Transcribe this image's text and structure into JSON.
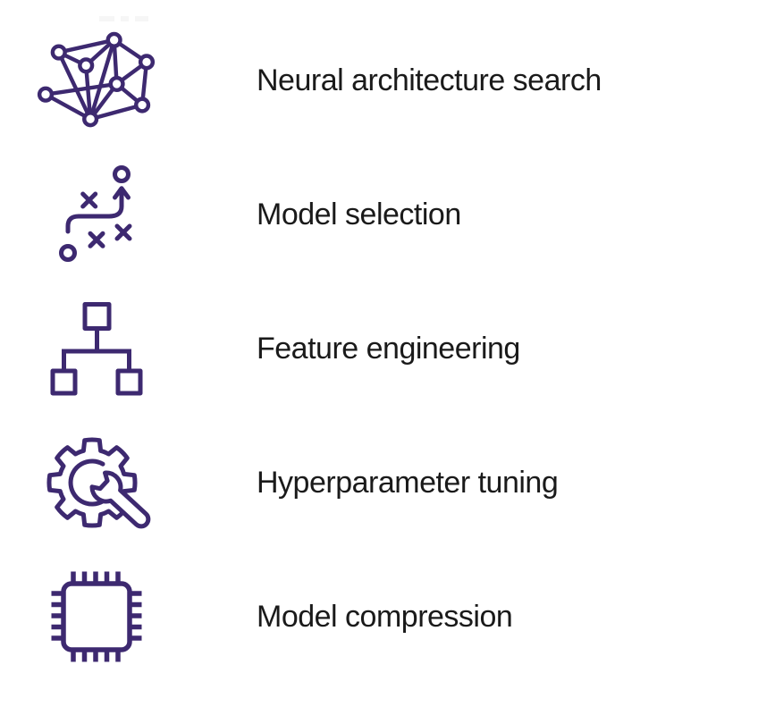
{
  "page": {
    "background": "#ffffff",
    "accent_color": "#3d2970",
    "text_color": "#1a1a1a"
  },
  "items": [
    {
      "icon": "neural-network-icon",
      "label": "Neural architecture search"
    },
    {
      "icon": "strategy-path-icon",
      "label": "Model selection"
    },
    {
      "icon": "hierarchy-icon",
      "label": "Feature engineering"
    },
    {
      "icon": "gear-wrench-icon",
      "label": "Hyperparameter tuning"
    },
    {
      "icon": "chip-icon",
      "label": "Model compression"
    }
  ]
}
